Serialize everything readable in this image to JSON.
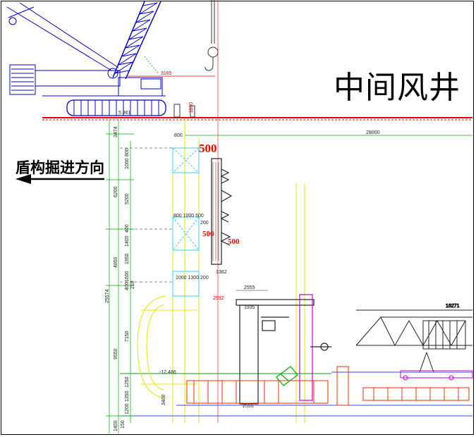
{
  "title": "中间风井",
  "direction_label": "盾构掘进方向",
  "colors": {
    "ground": "#e00000",
    "steel": "#0000cc",
    "yellow": "#e6e600",
    "red": "#ff0000",
    "magenta": "#cc00cc",
    "green": "#00aa00",
    "gray": "#555555"
  },
  "icons": {
    "crane": "crawler-crane",
    "hook": "crane-hook",
    "arrow": "left-arrow"
  },
  "dims": {
    "crane_radius": "3165",
    "ground_a": "5.861",
    "ground_b": "1100",
    "top_span": "28000",
    "span_16271": "16271",
    "n500_a": "500",
    "n500_b": "500",
    "n500_c": "500",
    "d_800": "800",
    "d_200": "200",
    "d_1362": "1362",
    "d_2555a": "2555",
    "d_2555b": "2555",
    "d_2592": "2592",
    "d_1935": "1935",
    "d_800_1000_500": "800 1000 500",
    "d_1000_1300_200": "1000  1300 200",
    "d_12486": "-12.486",
    "left_total": "25574",
    "left_a": "3474",
    "left_b": "6200",
    "left_c": "4850",
    "left_d": "9550",
    "left_e": "1400",
    "inner_a": "800",
    "inner_b": "1000",
    "inner_c": "5200",
    "inner_d": "400",
    "inner_e": "1400",
    "inner_f": "1950",
    "inner_g": "400",
    "inner_h": "1600",
    "inner_i": "7150",
    "inner_j": "1250",
    "inner_k": "1350",
    "inner_l": "1200",
    "inner_m": "3400",
    "inner_n": "210",
    "inner_o": "150"
  }
}
